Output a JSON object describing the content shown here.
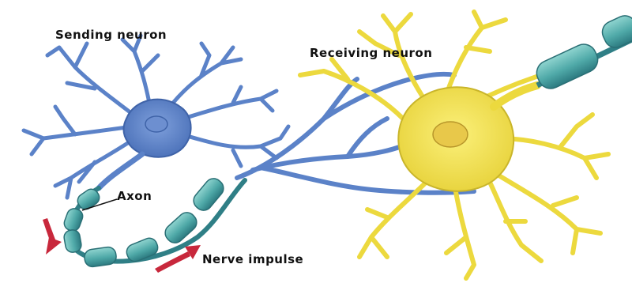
{
  "labels": {
    "sending_neuron": "Sending neuron",
    "receiving_neuron": "Receiving neuron",
    "axon": "Axon",
    "nerve_impulse": "Nerve impulse"
  },
  "colors": {
    "sending_neuron": "#5b82c8",
    "sending_neuron_dark": "#3f63a8",
    "receiving_neuron": "#f2e24a",
    "receiving_neuron_dark": "#c9b52a",
    "myelin": "#5fb3b0",
    "myelin_dark": "#2f7f86",
    "arrow": "#c8283c"
  }
}
